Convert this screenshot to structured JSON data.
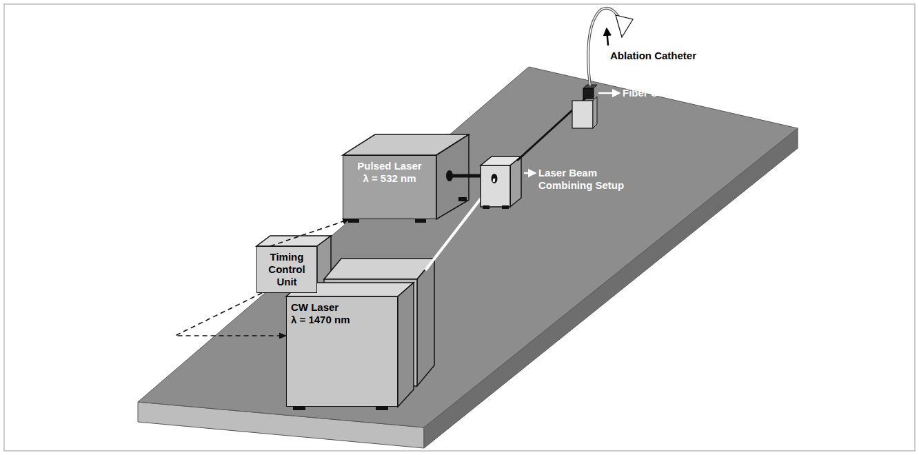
{
  "diagram": {
    "nodes": [
      {
        "text": [
          "Pulsed Laser",
          "λ = 532 nm"
        ]
      },
      {
        "text": [
          "Timing Control Unit"
        ]
      },
      {
        "text": [
          "CW Laser",
          "λ = 1470 nm"
        ]
      }
    ],
    "edges": [
      {
        "from": 1,
        "to": 0,
        "arrow": "to"
      },
      {
        "from": 1,
        "to": 2,
        "arrow": "to"
      }
    ],
    "labels": [
      "Ablation Catheter",
      "Fiber Coupler",
      "Laser Beam Combining Setup"
    ]
  }
}
